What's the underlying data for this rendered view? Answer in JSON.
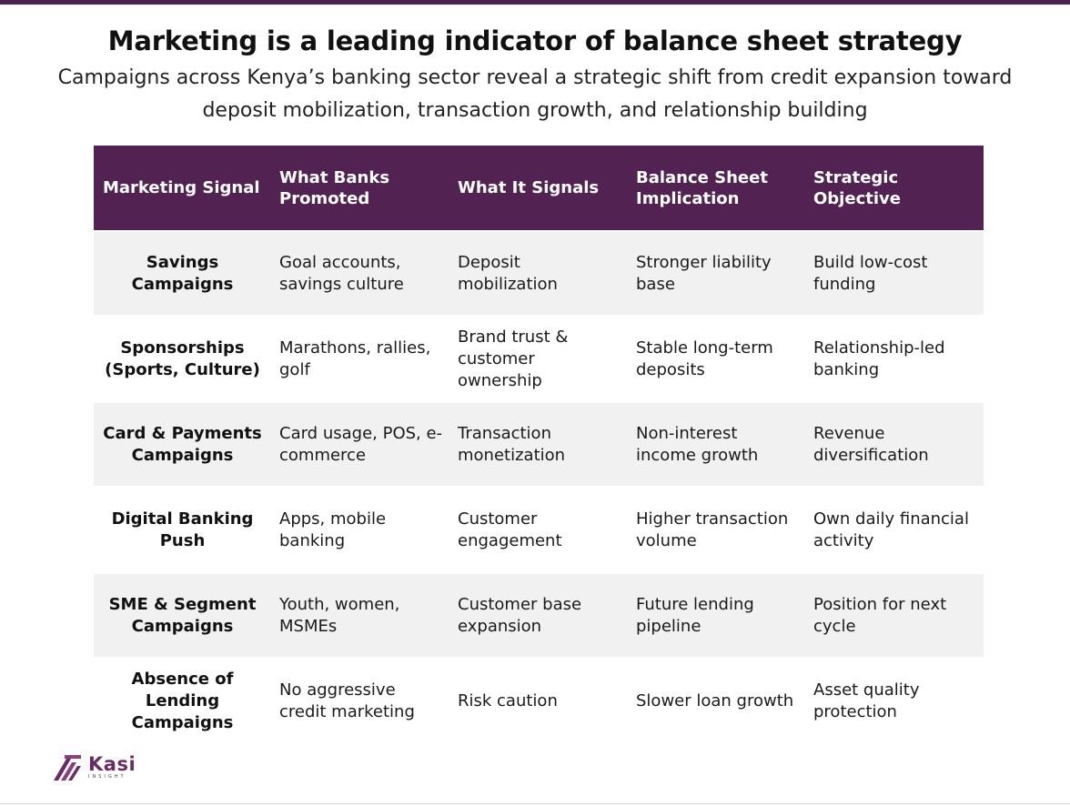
{
  "page": {
    "title": "Marketing is a leading indicator of balance sheet strategy",
    "subtitle": "Campaigns across Kenya’s banking sector reveal a strategic shift from credit expansion toward deposit mobilization, transaction growth, and relationship building"
  },
  "table": {
    "headers": [
      "Marketing Signal",
      "What Banks Promoted",
      "What It Signals",
      "Balance Sheet Implication",
      "Strategic Objective"
    ],
    "rows": [
      [
        "Savings Campaigns",
        "Goal accounts, savings culture",
        "Deposit mobilization",
        "Stronger liability base",
        "Build low-cost funding"
      ],
      [
        "Sponsorships (Sports, Culture)",
        "Marathons, rallies, golf",
        "Brand trust & customer ownership",
        "Stable long-term deposits",
        "Relationship-led banking"
      ],
      [
        "Card & Payments Campaigns",
        "Card usage, POS, e-commerce",
        "Transaction monetization",
        "Non-interest income growth",
        "Revenue diversification"
      ],
      [
        "Digital Banking Push",
        "Apps, mobile banking",
        "Customer engagement",
        "Higher transaction volume",
        "Own daily financial activity"
      ],
      [
        "SME & Segment Campaigns",
        "Youth, women, MSMEs",
        "Customer base expansion",
        "Future lending pipeline",
        "Position for next cycle"
      ],
      [
        "Absence of Lending Campaigns",
        "No aggressive credit marketing",
        "Risk caution",
        "Slower loan growth",
        "Asset quality protection"
      ]
    ]
  },
  "logo": {
    "name": "Kasi",
    "sub": "INSIGHT",
    "icon": "kasi-logo-icon"
  },
  "colors": {
    "header_bg": "#522252",
    "accent": "#50204f",
    "row_shade": "#f1f1f1",
    "logo": "#6a2a62"
  }
}
